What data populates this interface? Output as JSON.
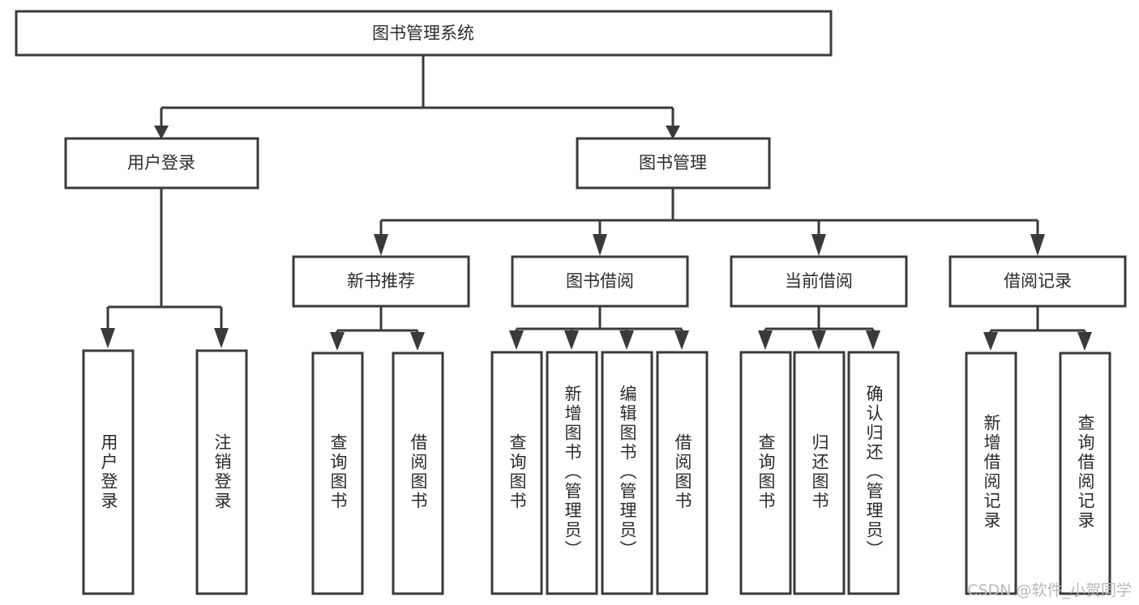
{
  "diagram": {
    "type": "hierarchy-tree",
    "title": "图书管理系统",
    "root": {
      "id": "root",
      "label": "图书管理系统",
      "level": 0
    },
    "level1": [
      {
        "id": "user-login",
        "label": "用户登录"
      },
      {
        "id": "book-management",
        "label": "图书管理"
      }
    ],
    "level2": [
      {
        "id": "new-book-recommend",
        "label": "新书推荐",
        "parent": "book-management"
      },
      {
        "id": "book-borrow",
        "label": "图书借阅",
        "parent": "book-management"
      },
      {
        "id": "current-borrow",
        "label": "当前借阅",
        "parent": "book-management"
      },
      {
        "id": "borrow-record",
        "label": "借阅记录",
        "parent": "book-management"
      }
    ],
    "leaves": {
      "user_login": [
        {
          "id": "leaf-user-login",
          "label": "用户登录"
        },
        {
          "id": "leaf-logout-login",
          "label": "注销登录"
        }
      ],
      "new_book_recommend": [
        {
          "id": "leaf-query-book-1",
          "label": "查询图书"
        },
        {
          "id": "leaf-borrow-book-1",
          "label": "借阅图书"
        }
      ],
      "book_borrow": [
        {
          "id": "leaf-query-book-2",
          "label": "查询图书"
        },
        {
          "id": "leaf-add-book",
          "label": "新增图书（管理员）"
        },
        {
          "id": "leaf-edit-book",
          "label": "编辑图书（管理员）"
        },
        {
          "id": "leaf-borrow-book-2",
          "label": "借阅图书"
        }
      ],
      "current_borrow": [
        {
          "id": "leaf-query-book-3",
          "label": "查询图书"
        },
        {
          "id": "leaf-return-book",
          "label": "归还图书"
        },
        {
          "id": "leaf-confirm-return",
          "label": "确认归还（管理员）"
        }
      ],
      "borrow_record": [
        {
          "id": "leaf-add-record",
          "label": "新增借阅记录"
        },
        {
          "id": "leaf-query-record",
          "label": "查询借阅记录"
        }
      ]
    },
    "colors": {
      "box_stroke": "#3a3a3a",
      "box_fill": "#ffffff",
      "connector": "#3a3a3a",
      "text": "#2b2b2b",
      "watermark": "#b9b9b9",
      "background": "#ffffff"
    }
  },
  "watermark": {
    "label": "CSDN @软件_小贺同学"
  }
}
